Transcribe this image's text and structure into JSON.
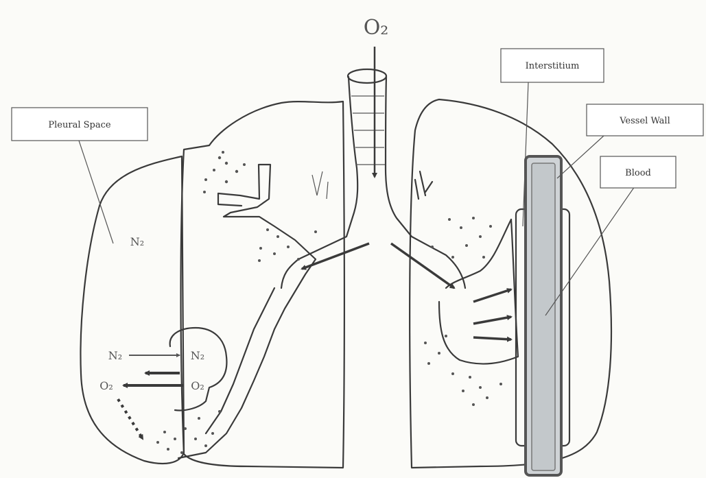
{
  "diagram": {
    "top_label": "O₂",
    "labels": {
      "pleural_space": "Pleural Space",
      "interstitium": "Interstitium",
      "vessel_wall": "Vessel Wall",
      "blood": "Blood"
    },
    "gas_labels": {
      "n2_space": "N₂",
      "n2_left": "N₂",
      "n2_right": "N₂",
      "o2_left": "O₂",
      "o2_right": "O₂"
    },
    "colors": {
      "ink": "#3a3a3a",
      "vessel_fill": "#cfd3d6",
      "vessel_stroke": "#555555"
    }
  }
}
